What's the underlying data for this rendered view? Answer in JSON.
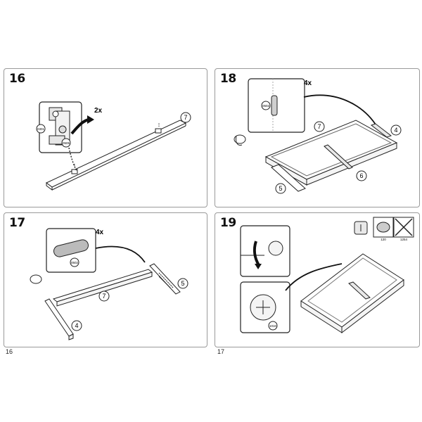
{
  "page_numbers": {
    "left": "16",
    "right": "17"
  },
  "steps": [
    {
      "number": "16",
      "quantity": "2x",
      "part_ref": "7",
      "fitting_codes": [
        "0301",
        "0505"
      ]
    },
    {
      "number": "18",
      "quantity": "4x",
      "part_refs": [
        "7",
        "4",
        "6",
        "5"
      ],
      "fitting_code": "0502"
    },
    {
      "number": "17",
      "quantity": "4x",
      "part_refs": [
        "7",
        "5",
        "4"
      ],
      "fitting_code": "0502"
    },
    {
      "number": "19",
      "fitting_code": "1010",
      "box_labels": [
        "120",
        "1254"
      ]
    }
  ]
}
